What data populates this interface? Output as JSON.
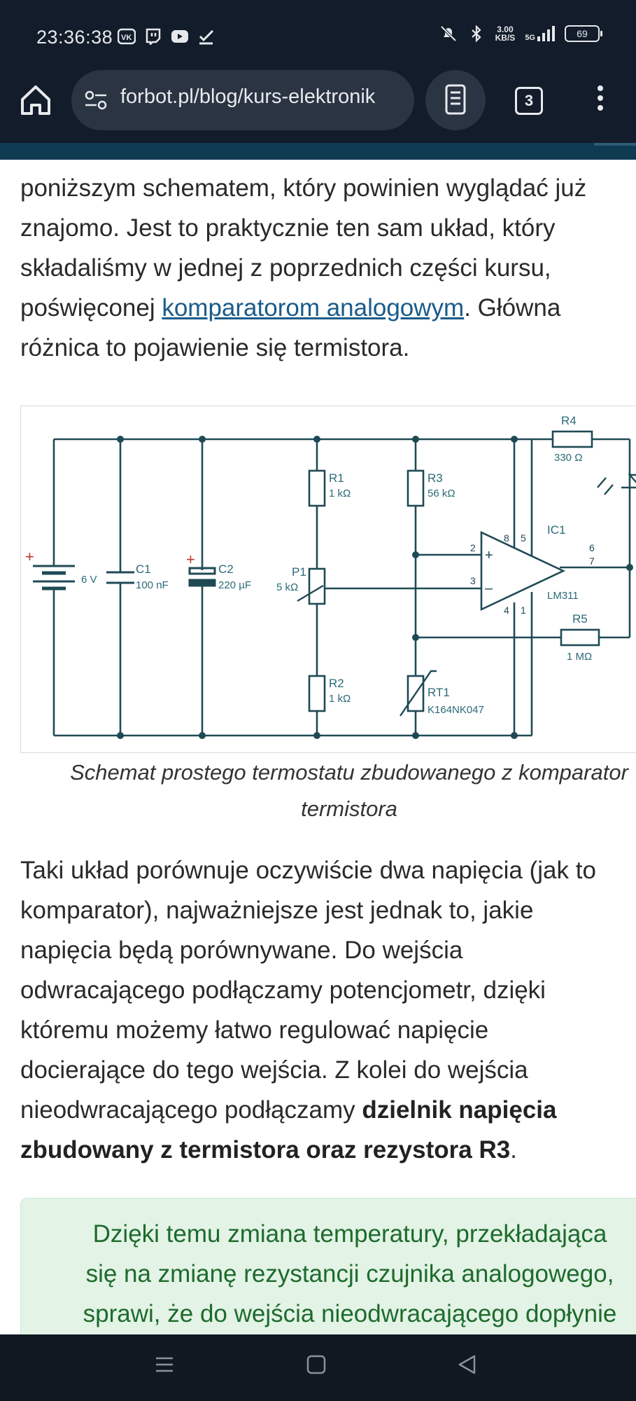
{
  "status_bar": {
    "time": "23:36:38",
    "net_speed_value": "3.00",
    "net_speed_unit": "KB/S",
    "network": "5G",
    "battery": "69",
    "icons": [
      "vk-icon",
      "twitch-icon",
      "youtube-icon",
      "download-done-icon",
      "mute-icon",
      "bluetooth-icon",
      "signal-icon"
    ]
  },
  "browser": {
    "url": "forbot.pl/blog/kurs-elektronik",
    "tab_count": "3"
  },
  "article": {
    "p1": {
      "line1": "poniższym schematem, który powinien wyglądać już",
      "line2": "znajomo. Jest to praktycznie ten sam układ, który",
      "line3": "składaliśmy w jednej z poprzednich części kursu,",
      "line4_pre": "poświęconej ",
      "line4_link": "komparatorom analogowym",
      "line4_post": ". Główna",
      "line5": "różnica to pojawienie się termistora."
    },
    "caption": {
      "line1": "Schemat prostego termostatu zbudowanego z komparator",
      "line2": "termistora"
    },
    "p2": {
      "line1": "Taki układ porównuje oczywiście dwa napięcia (jak to",
      "line2": "komparator), najważniejsze jest jednak to, jakie",
      "line3": "napięcia będą porównywane. Do wejścia",
      "line4": "odwracającego podłączamy potencjometr, dzięki",
      "line5": "któremu możemy łatwo regulować napięcie",
      "line6": "docierające do tego wejścia. Z kolei do wejścia",
      "line7_pre": "nieodwracającego podłączamy ",
      "line7_bold": "dzielnik napięcia",
      "line8_bold": "zbudowany z termistora oraz rezystora R3",
      "line8_post": "."
    },
    "callout": {
      "line1": "Dzięki temu zmiana temperatury, przekładająca",
      "line2": "się na zmianę rezystancji czujnika analogowego,",
      "line3": "sprawi, że do wejścia nieodwracającego dopłynie"
    }
  },
  "schematic": {
    "battery_plus": "+",
    "battery_voltage": "6 V",
    "c1_name": "C1",
    "c1_value": "100 nF",
    "c2_plus": "+",
    "c2_name": "C2",
    "c2_value": "220 µF",
    "p1_name": "P1",
    "p1_value": "5 kΩ",
    "r1_name": "R1",
    "r1_value": "1 kΩ",
    "r2_name": "R2",
    "r2_value": "1 kΩ",
    "r3_name": "R3",
    "r3_value": "56 kΩ",
    "r4_name": "R4",
    "r4_value": "330 Ω",
    "r5_name": "R5",
    "r5_value": "1 MΩ",
    "rt1_name": "RT1",
    "rt1_value": "K164NK047",
    "ic_name": "IC1",
    "ic_part": "LM311",
    "pin2": "2",
    "pin3": "3",
    "pin4": "4",
    "pin1": "1",
    "pin8": "8",
    "pin5": "5",
    "pin6": "6",
    "pin7": "7",
    "op_plus": "+",
    "op_minus": "–"
  },
  "colors": {
    "status_bg": "#121c2a",
    "link": "#1a5b8a",
    "schematic_line": "#1f4a55",
    "accent_plus": "#c0392b",
    "callout_bg": "#e3f3e6",
    "callout_text": "#1d6b2c"
  }
}
